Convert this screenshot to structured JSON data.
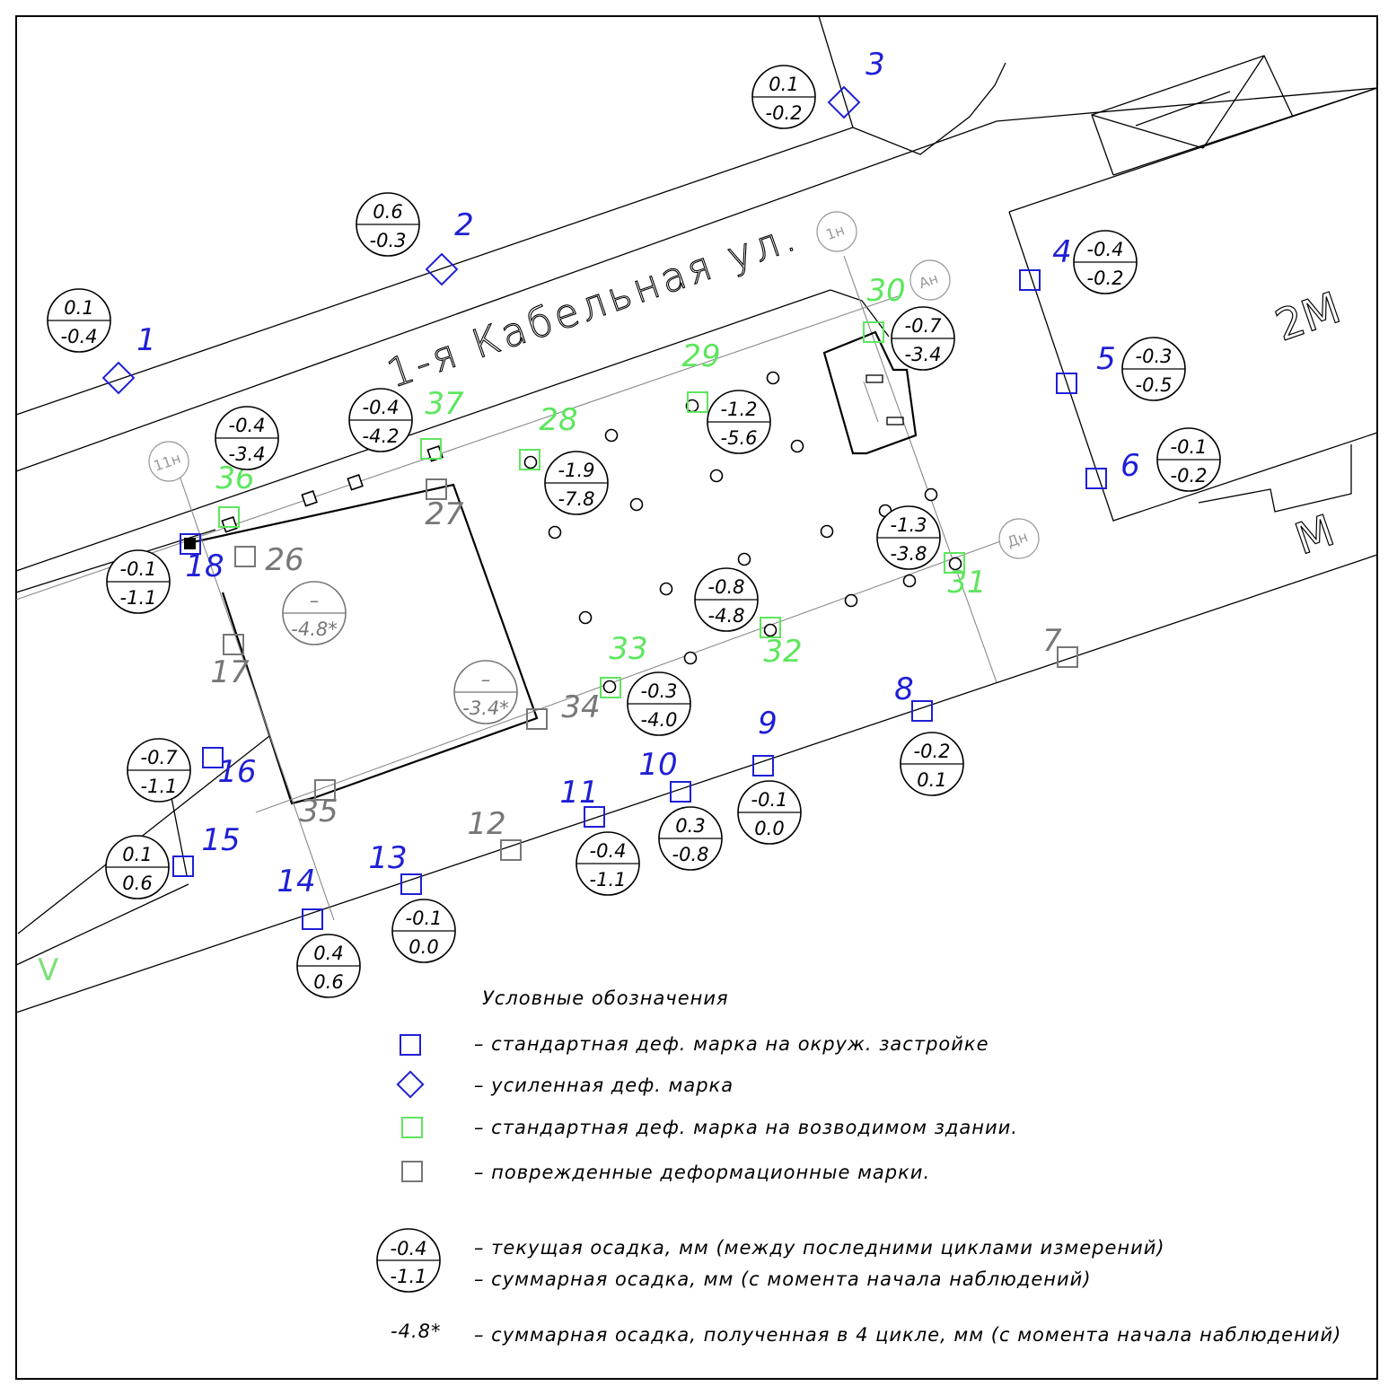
{
  "street_name": "1-я Кабельная ул.",
  "building_labels": [
    "2М",
    "М"
  ],
  "axes": [
    {
      "label": "1н"
    },
    {
      "label": "Ан"
    },
    {
      "label": "11н"
    },
    {
      "label": "Дн"
    }
  ],
  "colors": {
    "standard_mark": "#1f1fd6",
    "reinforced_mark": "#1f1fd6",
    "new_building_mark": "#5ee65e",
    "damaged_mark": "#777777",
    "line": "#000000"
  },
  "marks": [
    {
      "num": "1",
      "type": "reinforced"
    },
    {
      "num": "2",
      "type": "reinforced"
    },
    {
      "num": "3",
      "type": "reinforced"
    },
    {
      "num": "4",
      "type": "standard"
    },
    {
      "num": "5",
      "type": "standard"
    },
    {
      "num": "6",
      "type": "standard"
    },
    {
      "num": "7",
      "type": "damaged"
    },
    {
      "num": "8",
      "type": "standard"
    },
    {
      "num": "9",
      "type": "standard"
    },
    {
      "num": "10",
      "type": "standard"
    },
    {
      "num": "11",
      "type": "standard"
    },
    {
      "num": "12",
      "type": "damaged"
    },
    {
      "num": "13",
      "type": "standard"
    },
    {
      "num": "14",
      "type": "standard"
    },
    {
      "num": "15",
      "type": "standard"
    },
    {
      "num": "16",
      "type": "standard"
    },
    {
      "num": "17",
      "type": "damaged"
    },
    {
      "num": "18",
      "type": "standard"
    },
    {
      "num": "26",
      "type": "damaged"
    },
    {
      "num": "27",
      "type": "damaged"
    },
    {
      "num": "28",
      "type": "new_building"
    },
    {
      "num": "29",
      "type": "new_building"
    },
    {
      "num": "30",
      "type": "new_building"
    },
    {
      "num": "31",
      "type": "new_building"
    },
    {
      "num": "32",
      "type": "new_building"
    },
    {
      "num": "33",
      "type": "new_building"
    },
    {
      "num": "34",
      "type": "damaged"
    },
    {
      "num": "35",
      "type": "damaged"
    },
    {
      "num": "36",
      "type": "new_building"
    },
    {
      "num": "37",
      "type": "new_building"
    }
  ],
  "settlements": [
    {
      "id": "m1",
      "current": "0.1",
      "total": "-0.4"
    },
    {
      "id": "m2",
      "current": "0.6",
      "total": "-0.3"
    },
    {
      "id": "m3",
      "current": "0.1",
      "total": "-0.2"
    },
    {
      "id": "m4",
      "current": "-0.4",
      "total": "-0.2"
    },
    {
      "id": "m5",
      "current": "-0.3",
      "total": "-0.5"
    },
    {
      "id": "m6",
      "current": "-0.1",
      "total": "-0.2"
    },
    {
      "id": "m36",
      "current": "-0.4",
      "total": "-3.4"
    },
    {
      "id": "m37",
      "current": "-0.4",
      "total": "-4.2"
    },
    {
      "id": "m28",
      "current": "-1.9",
      "total": "-7.8"
    },
    {
      "id": "m29",
      "current": "-1.2",
      "total": "-5.6"
    },
    {
      "id": "m30",
      "current": "-0.7",
      "total": "-3.4"
    },
    {
      "id": "m31",
      "current": "-1.3",
      "total": "-3.8"
    },
    {
      "id": "m32",
      "current": "-0.8",
      "total": "-4.8"
    },
    {
      "id": "m33",
      "current": "-0.3",
      "total": "-4.0"
    },
    {
      "id": "m18",
      "current": "-0.1",
      "total": "-1.1"
    },
    {
      "id": "m26",
      "current": "–",
      "total": "-4.8*"
    },
    {
      "id": "m34",
      "current": "–",
      "total": "-3.4*"
    },
    {
      "id": "m16",
      "current": "-0.7",
      "total": "-1.1"
    },
    {
      "id": "m15",
      "current": "0.1",
      "total": "0.6"
    },
    {
      "id": "m14",
      "current": "0.4",
      "total": "0.6"
    },
    {
      "id": "m13",
      "current": "-0.1",
      "total": "0.0"
    },
    {
      "id": "m11",
      "current": "-0.4",
      "total": "-1.1"
    },
    {
      "id": "m10",
      "current": "0.3",
      "total": "-0.8"
    },
    {
      "id": "m9",
      "current": "-0.1",
      "total": "0.0"
    },
    {
      "id": "m8",
      "current": "-0.2",
      "total": "0.1"
    }
  ],
  "corner_mark": "V",
  "legend": {
    "title": "Условные обозначения",
    "items": [
      {
        "symbol": "standard",
        "text": "– стандартная деф. марка на окруж. застройке"
      },
      {
        "symbol": "reinforced",
        "text": "– усиленная деф. марка"
      },
      {
        "symbol": "new_building",
        "text": "– стандартная деф. марка на возводимом здании."
      },
      {
        "symbol": "damaged",
        "text": "– поврежденные деформационные марки."
      }
    ],
    "sample_current": "-0.4",
    "sample_total": "-1.1",
    "current_text": "– текущая осадка, мм (между последними циклами измерений)",
    "total_text": "– суммарная осадка, мм (с момента начала наблюдений)",
    "cycle4_sample": "-4.8*",
    "cycle4_text": "– суммарная осадка, полученная в 4 цикле, мм (с момента начала наблюдений)"
  }
}
